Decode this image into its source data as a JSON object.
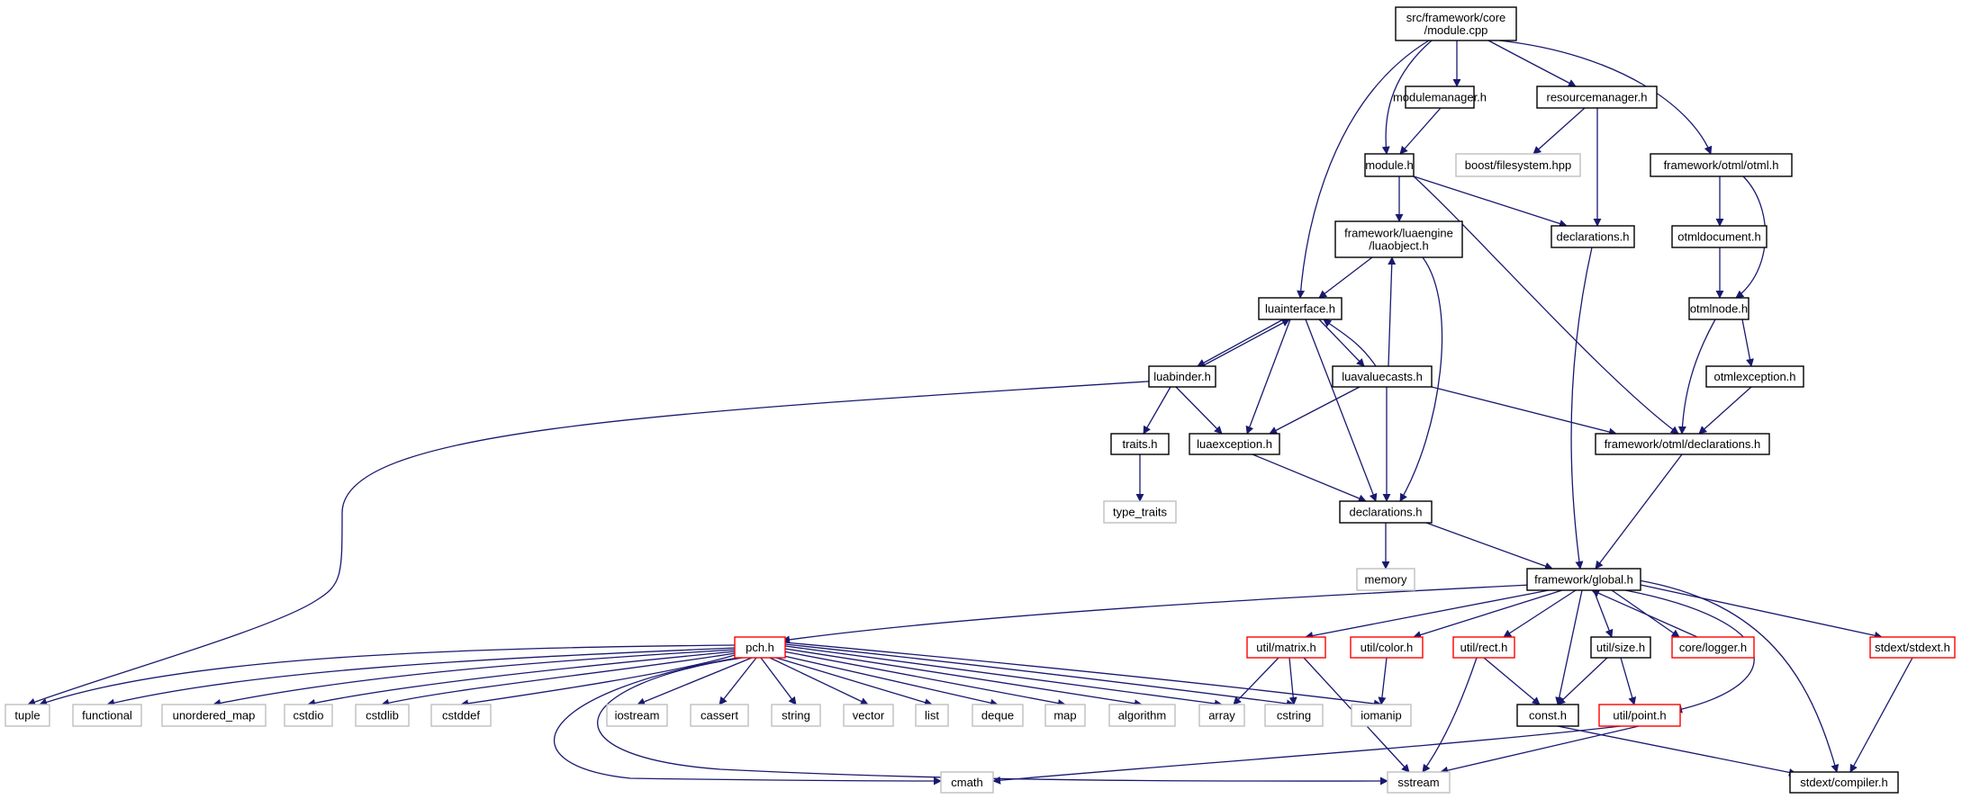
{
  "colors": {
    "edge": "#191970",
    "border_normal": "#000000",
    "border_external": "#bfbfbf",
    "border_truncated": "#ff0000",
    "root_fill": "#bfbfbf",
    "text": "#000000",
    "background": "#ffffff"
  },
  "graph": {
    "root_label_line1": "src/framework/core",
    "root_label_line2": "/module.cpp",
    "nodes": [
      {
        "id": "root",
        "label": "src/framework/core\n/module.cpp",
        "kind": "root"
      },
      {
        "id": "modulemanager",
        "label": "modulemanager.h",
        "kind": "normal"
      },
      {
        "id": "resourcemanager",
        "label": "resourcemanager.h",
        "kind": "normal"
      },
      {
        "id": "otml",
        "label": "framework/otml/otml.h",
        "kind": "normal"
      },
      {
        "id": "module",
        "label": "module.h",
        "kind": "normal"
      },
      {
        "id": "boostfs",
        "label": "boost/filesystem.hpp",
        "kind": "external"
      },
      {
        "id": "luaobject",
        "label": "framework/luaengine\n/luaobject.h",
        "kind": "normal"
      },
      {
        "id": "declcore",
        "label": "declarations.h",
        "kind": "normal"
      },
      {
        "id": "otmldocument",
        "label": "otmldocument.h",
        "kind": "normal"
      },
      {
        "id": "luainterface",
        "label": "luainterface.h",
        "kind": "normal"
      },
      {
        "id": "otmlnode",
        "label": "otmlnode.h",
        "kind": "normal"
      },
      {
        "id": "luabinder",
        "label": "luabinder.h",
        "kind": "normal"
      },
      {
        "id": "luavaluecasts",
        "label": "luavaluecasts.h",
        "kind": "normal"
      },
      {
        "id": "otmlexception",
        "label": "otmlexception.h",
        "kind": "normal"
      },
      {
        "id": "traits",
        "label": "traits.h",
        "kind": "normal"
      },
      {
        "id": "luaexception",
        "label": "luaexception.h",
        "kind": "normal"
      },
      {
        "id": "otmldecl",
        "label": "framework/otml/declarations.h",
        "kind": "normal"
      },
      {
        "id": "type_traits",
        "label": "type_traits",
        "kind": "external"
      },
      {
        "id": "decllua",
        "label": "declarations.h",
        "kind": "normal"
      },
      {
        "id": "memory",
        "label": "memory",
        "kind": "external"
      },
      {
        "id": "global",
        "label": "framework/global.h",
        "kind": "normal"
      },
      {
        "id": "pch",
        "label": "pch.h",
        "kind": "truncated"
      },
      {
        "id": "matrix",
        "label": "util/matrix.h",
        "kind": "truncated"
      },
      {
        "id": "color",
        "label": "util/color.h",
        "kind": "truncated"
      },
      {
        "id": "rect",
        "label": "util/rect.h",
        "kind": "truncated"
      },
      {
        "id": "size",
        "label": "util/size.h",
        "kind": "normal"
      },
      {
        "id": "logger",
        "label": "core/logger.h",
        "kind": "truncated"
      },
      {
        "id": "stdext",
        "label": "stdext/stdext.h",
        "kind": "truncated"
      },
      {
        "id": "tuple",
        "label": "tuple",
        "kind": "external"
      },
      {
        "id": "functional",
        "label": "functional",
        "kind": "external"
      },
      {
        "id": "unordered_map",
        "label": "unordered_map",
        "kind": "external"
      },
      {
        "id": "cstdio",
        "label": "cstdio",
        "kind": "external"
      },
      {
        "id": "cstdlib",
        "label": "cstdlib",
        "kind": "external"
      },
      {
        "id": "cstddef",
        "label": "cstddef",
        "kind": "external"
      },
      {
        "id": "iostream",
        "label": "iostream",
        "kind": "external"
      },
      {
        "id": "cassert",
        "label": "cassert",
        "kind": "external"
      },
      {
        "id": "string",
        "label": "string",
        "kind": "external"
      },
      {
        "id": "vector",
        "label": "vector",
        "kind": "external"
      },
      {
        "id": "list",
        "label": "list",
        "kind": "external"
      },
      {
        "id": "deque",
        "label": "deque",
        "kind": "external"
      },
      {
        "id": "map",
        "label": "map",
        "kind": "external"
      },
      {
        "id": "algorithm",
        "label": "algorithm",
        "kind": "external"
      },
      {
        "id": "array",
        "label": "array",
        "kind": "external"
      },
      {
        "id": "cstring",
        "label": "cstring",
        "kind": "external"
      },
      {
        "id": "iomanip",
        "label": "iomanip",
        "kind": "external"
      },
      {
        "id": "const",
        "label": "const.h",
        "kind": "normal"
      },
      {
        "id": "point",
        "label": "util/point.h",
        "kind": "truncated"
      },
      {
        "id": "cmath",
        "label": "cmath",
        "kind": "external"
      },
      {
        "id": "sstream",
        "label": "sstream",
        "kind": "external"
      },
      {
        "id": "compiler",
        "label": "stdext/compiler.h",
        "kind": "normal"
      }
    ],
    "edges": [
      [
        "root",
        "modulemanager"
      ],
      [
        "root",
        "resourcemanager"
      ],
      [
        "root",
        "otml"
      ],
      [
        "root",
        "module"
      ],
      [
        "root",
        "luainterface"
      ],
      [
        "modulemanager",
        "module"
      ],
      [
        "resourcemanager",
        "boostfs"
      ],
      [
        "resourcemanager",
        "declcore"
      ],
      [
        "otml",
        "otmldocument"
      ],
      [
        "otml",
        "otmlnode"
      ],
      [
        "module",
        "luaobject"
      ],
      [
        "module",
        "declcore"
      ],
      [
        "module",
        "otmldecl"
      ],
      [
        "luaobject",
        "luainterface"
      ],
      [
        "luaobject",
        "decllua"
      ],
      [
        "declcore",
        "global"
      ],
      [
        "otmldocument",
        "otmlnode"
      ],
      [
        "otmlnode",
        "otmlexception"
      ],
      [
        "otmlnode",
        "otmldecl"
      ],
      [
        "otmlexception",
        "otmldecl"
      ],
      [
        "luainterface",
        "luabinder"
      ],
      [
        "luainterface",
        "luavaluecasts"
      ],
      [
        "luainterface",
        "luaexception"
      ],
      [
        "luainterface",
        "decllua"
      ],
      [
        "luabinder",
        "luainterface"
      ],
      [
        "luabinder",
        "traits"
      ],
      [
        "luabinder",
        "luaexception"
      ],
      [
        "luabinder",
        "tuple"
      ],
      [
        "luavaluecasts",
        "luainterface"
      ],
      [
        "luavaluecasts",
        "luaobject"
      ],
      [
        "luavaluecasts",
        "luaexception"
      ],
      [
        "luavaluecasts",
        "decllua"
      ],
      [
        "luavaluecasts",
        "otmldecl"
      ],
      [
        "traits",
        "type_traits"
      ],
      [
        "luaexception",
        "decllua"
      ],
      [
        "otmldecl",
        "global"
      ],
      [
        "decllua",
        "memory"
      ],
      [
        "decllua",
        "global"
      ],
      [
        "global",
        "pch"
      ],
      [
        "global",
        "matrix"
      ],
      [
        "global",
        "color"
      ],
      [
        "global",
        "rect"
      ],
      [
        "global",
        "size"
      ],
      [
        "global",
        "logger"
      ],
      [
        "global",
        "stdext"
      ],
      [
        "global",
        "const"
      ],
      [
        "global",
        "point"
      ],
      [
        "global",
        "compiler"
      ],
      [
        "logger",
        "global"
      ],
      [
        "pch",
        "tuple"
      ],
      [
        "pch",
        "functional"
      ],
      [
        "pch",
        "unordered_map"
      ],
      [
        "pch",
        "cstdio"
      ],
      [
        "pch",
        "cstdlib"
      ],
      [
        "pch",
        "cstddef"
      ],
      [
        "pch",
        "iostream"
      ],
      [
        "pch",
        "cassert"
      ],
      [
        "pch",
        "string"
      ],
      [
        "pch",
        "vector"
      ],
      [
        "pch",
        "list"
      ],
      [
        "pch",
        "deque"
      ],
      [
        "pch",
        "map"
      ],
      [
        "pch",
        "algorithm"
      ],
      [
        "pch",
        "array"
      ],
      [
        "pch",
        "cstring"
      ],
      [
        "pch",
        "iomanip"
      ],
      [
        "pch",
        "cmath"
      ],
      [
        "pch",
        "sstream"
      ],
      [
        "matrix",
        "array"
      ],
      [
        "matrix",
        "cstring"
      ],
      [
        "matrix",
        "sstream"
      ],
      [
        "color",
        "iomanip"
      ],
      [
        "rect",
        "const"
      ],
      [
        "rect",
        "sstream"
      ],
      [
        "size",
        "const"
      ],
      [
        "size",
        "point"
      ],
      [
        "point",
        "cmath"
      ],
      [
        "point",
        "sstream"
      ],
      [
        "stdext",
        "compiler"
      ],
      [
        "const",
        "compiler"
      ]
    ]
  }
}
